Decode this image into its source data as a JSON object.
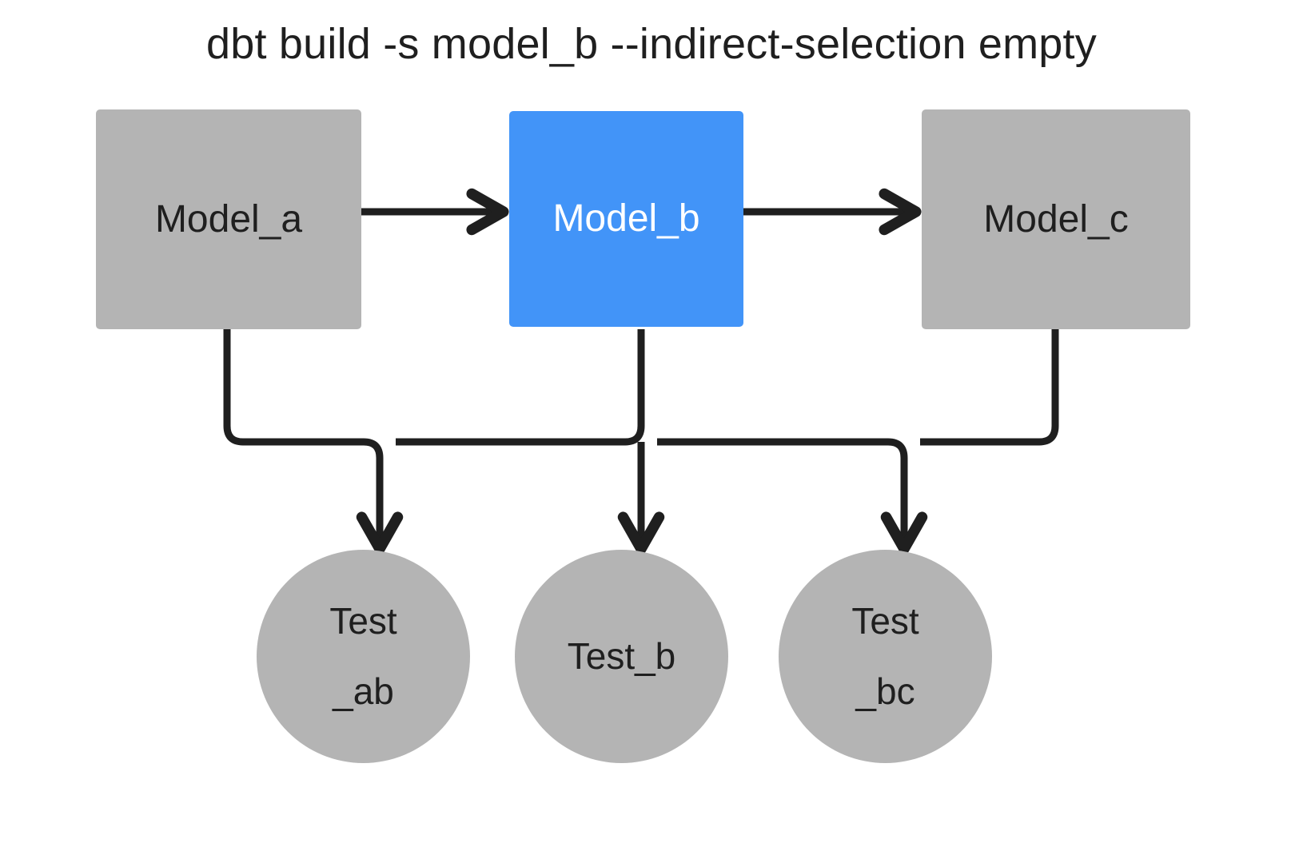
{
  "title": "dbt build -s model_b --indirect-selection empty",
  "colors": {
    "background": "#ffffff",
    "node_gray": "#b4b4b4",
    "node_selected_blue": "#4294f8",
    "text_dark": "#1f1f1f",
    "text_light": "#ffffff",
    "edge": "#1f1f1f"
  },
  "models": [
    {
      "id": "model_a",
      "label": "Model_a",
      "state": "unselected",
      "fill": "#b4b4b4",
      "text_color": "#1f1f1f"
    },
    {
      "id": "model_b",
      "label": "Model_b",
      "state": "selected",
      "fill": "#4294f8",
      "text_color": "#ffffff"
    },
    {
      "id": "model_c",
      "label": "Model_c",
      "state": "unselected",
      "fill": "#b4b4b4",
      "text_color": "#1f1f1f"
    }
  ],
  "tests": [
    {
      "id": "test_ab",
      "label": "Test_ab",
      "line1": "Test",
      "line2": "_ab",
      "state": "unselected",
      "fill": "#b4b4b4",
      "text_color": "#1f1f1f"
    },
    {
      "id": "test_b",
      "label": "Test_b",
      "line1": "Test_b",
      "line2": "",
      "state": "unselected",
      "fill": "#b4b4b4",
      "text_color": "#1f1f1f"
    },
    {
      "id": "test_bc",
      "label": "Test_bc",
      "line1": "Test",
      "line2": "_bc",
      "state": "unselected",
      "fill": "#b4b4b4",
      "text_color": "#1f1f1f"
    }
  ],
  "edges": [
    {
      "id": "edge-model-a-to-model-b",
      "from": "model_a",
      "to": "model_b",
      "kind": "straight-horizontal"
    },
    {
      "id": "edge-model-b-to-model-c",
      "from": "model_b",
      "to": "model_c",
      "kind": "straight-horizontal"
    },
    {
      "id": "edge-model-a-to-test-ab",
      "from": "model_a",
      "to": "test_ab",
      "kind": "elbow"
    },
    {
      "id": "edge-model-b-to-test-ab",
      "from": "model_b",
      "to": "test_ab",
      "kind": "elbow"
    },
    {
      "id": "edge-model-b-to-test-b",
      "from": "model_b",
      "to": "test_b",
      "kind": "straight-vertical"
    },
    {
      "id": "edge-model-b-to-test-bc",
      "from": "model_b",
      "to": "test_bc",
      "kind": "elbow"
    },
    {
      "id": "edge-model-c-to-test-bc",
      "from": "model_c",
      "to": "test_bc",
      "kind": "elbow"
    }
  ]
}
